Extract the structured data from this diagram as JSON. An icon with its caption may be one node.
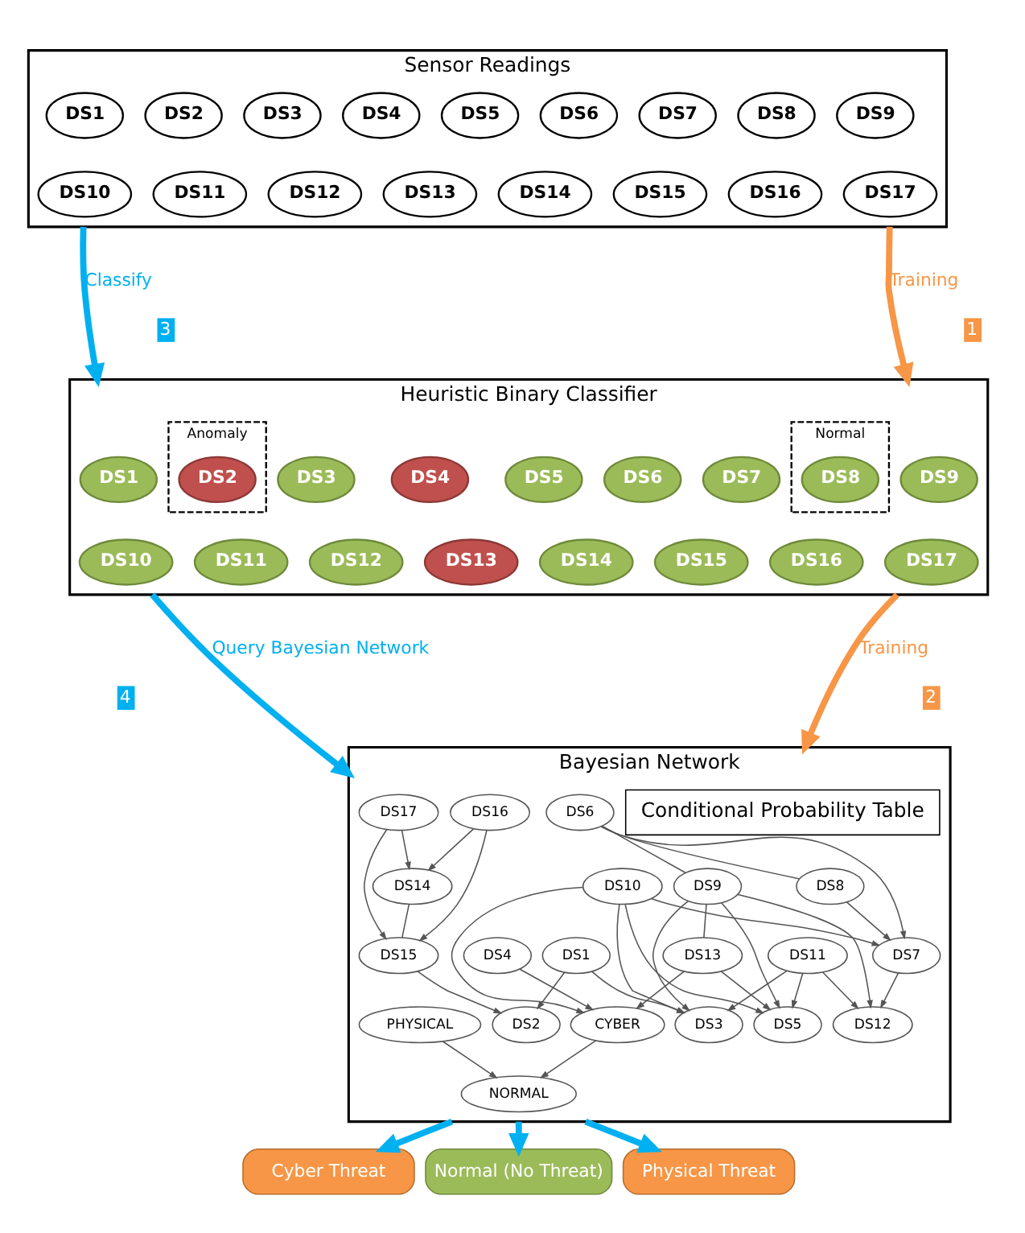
{
  "diagram": {
    "nodes": [
      {
        "text": [
          "Sensor Readings"
        ]
      },
      {
        "text": [
          "DS1"
        ],
        "in": 0
      },
      {
        "text": [
          "DS2"
        ],
        "in": 0
      },
      {
        "text": [
          "DS3"
        ],
        "in": 0
      },
      {
        "text": [
          "DS4"
        ],
        "in": 0
      },
      {
        "text": [
          "DS5"
        ],
        "in": 0
      },
      {
        "text": [
          "DS6"
        ],
        "in": 0
      },
      {
        "text": [
          "DS7"
        ],
        "in": 0
      },
      {
        "text": [
          "DS8"
        ],
        "in": 0
      },
      {
        "text": [
          "DS9"
        ],
        "in": 0
      },
      {
        "text": [
          "DS10"
        ],
        "in": 0
      },
      {
        "text": [
          "DS11"
        ],
        "in": 0
      },
      {
        "text": [
          "DS12"
        ],
        "in": 0
      },
      {
        "text": [
          "DS13"
        ],
        "in": 0
      },
      {
        "text": [
          "DS14"
        ],
        "in": 0
      },
      {
        "text": [
          "DS15"
        ],
        "in": 0
      },
      {
        "text": [
          "DS16"
        ],
        "in": 0
      },
      {
        "text": [
          "DS17"
        ],
        "in": 0
      },
      {
        "text": [
          "Heuristic Binary Classifier"
        ]
      },
      {
        "text": [
          "DS1"
        ],
        "in": 18
      },
      {
        "text": [
          "Anomaly"
        ],
        "in": 18
      },
      {
        "text": [
          "DS2"
        ],
        "in": 20
      },
      {
        "text": [
          "DS3"
        ],
        "in": 18
      },
      {
        "text": [
          "DS4"
        ],
        "in": 18
      },
      {
        "text": [
          "DS5"
        ],
        "in": 18
      },
      {
        "text": [
          "DS6"
        ],
        "in": 18
      },
      {
        "text": [
          "DS7"
        ],
        "in": 18
      },
      {
        "text": [
          "Normal"
        ],
        "in": 18
      },
      {
        "text": [
          "DS8"
        ],
        "in": 27
      },
      {
        "text": [
          "DS9"
        ],
        "in": 18
      },
      {
        "text": [
          "DS10"
        ],
        "in": 18
      },
      {
        "text": [
          "DS11"
        ],
        "in": 18
      },
      {
        "text": [
          "DS12"
        ],
        "in": 18
      },
      {
        "text": [
          "DS13"
        ],
        "in": 18
      },
      {
        "text": [
          "DS14"
        ],
        "in": 18
      },
      {
        "text": [
          "DS15"
        ],
        "in": 18
      },
      {
        "text": [
          "DS16"
        ],
        "in": 18
      },
      {
        "text": [
          "DS17"
        ],
        "in": 18
      },
      {
        "text": [
          "Bayesian Network"
        ]
      },
      {
        "text": [
          "Conditional Probability Table"
        ],
        "in": 38
      },
      {
        "text": [
          "DS17"
        ],
        "in": 38
      },
      {
        "text": [
          "DS16"
        ],
        "in": 38
      },
      {
        "text": [
          "DS14"
        ],
        "in": 38
      },
      {
        "text": [
          "DS6"
        ],
        "in": 38
      },
      {
        "text": [
          "DS15"
        ],
        "in": 38
      },
      {
        "text": [
          "DS1"
        ],
        "in": 38
      },
      {
        "text": [
          "DS11"
        ],
        "in": 38
      },
      {
        "text": [
          "DS9"
        ],
        "in": 38
      },
      {
        "text": [
          "DS10"
        ],
        "in": 38
      },
      {
        "text": [
          "DS8"
        ],
        "in": 38
      },
      {
        "text": [
          "DS2"
        ],
        "in": 38
      },
      {
        "text": [
          "DS3"
        ],
        "in": 38
      },
      {
        "text": [
          "DS13"
        ],
        "in": 38
      },
      {
        "text": [
          "DS4"
        ],
        "in": 38
      },
      {
        "text": [
          "DS7"
        ],
        "in": 38
      },
      {
        "text": [
          "DS5"
        ],
        "in": 38
      },
      {
        "text": [
          "CYBER"
        ],
        "in": 38
      },
      {
        "text": [
          "DS12"
        ],
        "in": 38
      },
      {
        "text": [
          "PHYSICAL"
        ],
        "in": 38
      },
      {
        "text": [
          "NORMAL"
        ],
        "in": 38
      },
      {
        "text": [
          "Cyber Threat"
        ]
      },
      {
        "text": [
          "Normal (No Threat)"
        ]
      },
      {
        "text": [
          "Physical Threat"
        ]
      }
    ],
    "edges": [
      {
        "from": 0,
        "to": 18,
        "arrow": "to",
        "label": "Classify",
        "color": "#00b0f0",
        "style": "thick"
      },
      {
        "from": 0,
        "to": 18,
        "arrow": "to",
        "label": "Training",
        "color": "#f79646",
        "style": "thick"
      },
      {
        "from": 18,
        "to": 38,
        "arrow": "to",
        "label": "Query Bayesian Network",
        "color": "#00b0f0",
        "style": "thick"
      },
      {
        "from": 18,
        "to": 38,
        "arrow": "to",
        "label": "Training",
        "color": "#f79646",
        "style": "thick"
      },
      {
        "from": 40,
        "to": 42,
        "arrow": "to"
      },
      {
        "from": 40,
        "to": 44,
        "arrow": "to"
      },
      {
        "from": 41,
        "to": 42,
        "arrow": "to"
      },
      {
        "from": 41,
        "to": 44,
        "arrow": "to"
      },
      {
        "from": 42,
        "to": 44,
        "arrow": "none"
      },
      {
        "from": 43,
        "to": 47,
        "arrow": "none"
      },
      {
        "from": 43,
        "to": 49,
        "arrow": "none"
      },
      {
        "from": 43,
        "to": 54,
        "arrow": "to"
      },
      {
        "from": 44,
        "to": 50,
        "arrow": "to"
      },
      {
        "from": 45,
        "to": 50,
        "arrow": "to"
      },
      {
        "from": 45,
        "to": 51,
        "arrow": "to"
      },
      {
        "from": 46,
        "to": 51,
        "arrow": "to"
      },
      {
        "from": 46,
        "to": 55,
        "arrow": "to"
      },
      {
        "from": 46,
        "to": 57,
        "arrow": "to"
      },
      {
        "from": 47,
        "to": 51,
        "arrow": "to"
      },
      {
        "from": 47,
        "to": 55,
        "arrow": "to"
      },
      {
        "from": 47,
        "to": 52,
        "arrow": "none"
      },
      {
        "from": 47,
        "to": 57,
        "arrow": "to"
      },
      {
        "from": 48,
        "to": 51,
        "arrow": "to"
      },
      {
        "from": 48,
        "to": 55,
        "arrow": "to"
      },
      {
        "from": 48,
        "to": 56,
        "arrow": "to"
      },
      {
        "from": 48,
        "to": 54,
        "arrow": "to"
      },
      {
        "from": 49,
        "to": 54,
        "arrow": "to"
      },
      {
        "from": 52,
        "to": 55,
        "arrow": "to"
      },
      {
        "from": 52,
        "to": 56,
        "arrow": "to"
      },
      {
        "from": 53,
        "to": 56,
        "arrow": "to"
      },
      {
        "from": 54,
        "to": 57,
        "arrow": "to"
      },
      {
        "from": 56,
        "to": 59,
        "arrow": "to"
      },
      {
        "from": 58,
        "to": 59,
        "arrow": "to"
      },
      {
        "from": 38,
        "to": 60,
        "arrow": "to",
        "color": "#00b0f0",
        "style": "thick"
      },
      {
        "from": 38,
        "to": 61,
        "arrow": "to",
        "color": "#00b0f0",
        "style": "thick"
      },
      {
        "from": 38,
        "to": 62,
        "arrow": "to",
        "color": "#00b0f0",
        "style": "thick"
      }
    ],
    "labels": [
      "3",
      "1",
      "4",
      "2"
    ]
  }
}
